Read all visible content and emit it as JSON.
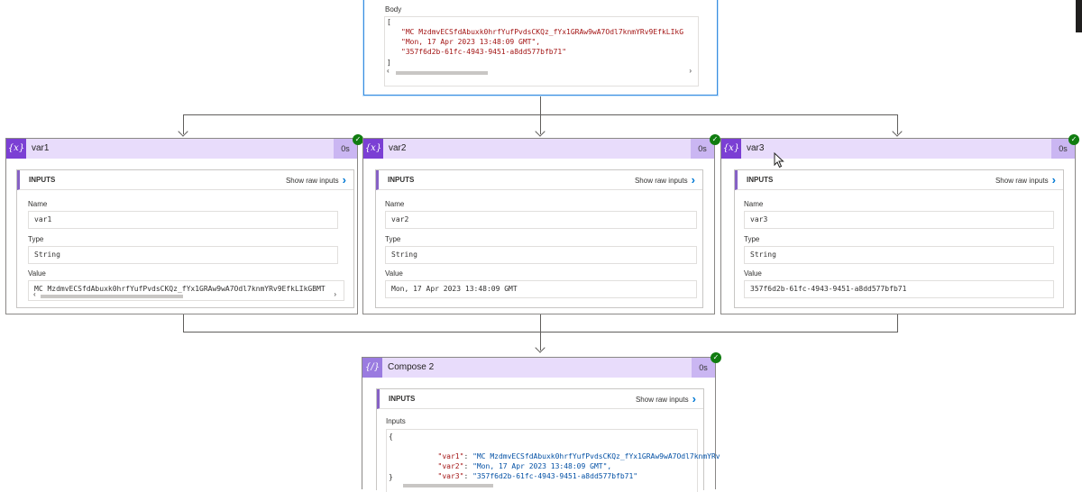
{
  "top_action": {
    "body_label": "Body",
    "body_lines": {
      "open": "[",
      "line1": "\"MC MzdmvECSfdAbuxk0hrfYufPvdsCKQz_fYx1GRAw9wA7Odl7knmYRv9EfkLIkG",
      "line2": "\"Mon, 17 Apr 2023 13:48:09 GMT\",",
      "line3": "\"357f6d2b-61fc-4943-9451-a8dd577bfb71\"",
      "close": "]"
    }
  },
  "var_cards": [
    {
      "title": "var1",
      "icon": "{x}",
      "duration": "0s",
      "inputs_label": "INPUTS",
      "show_raw": "Show raw inputs",
      "name_label": "Name",
      "name_value": "var1",
      "type_label": "Type",
      "type_value": "String",
      "value_label": "Value",
      "value_value": "MC MzdmvECSfdAbuxk0hrfYufPvdsCKQz_fYx1GRAw9wA7Odl7knmYRv9EfkLIkGBMT"
    },
    {
      "title": "var2",
      "icon": "{x}",
      "duration": "0s",
      "inputs_label": "INPUTS",
      "show_raw": "Show raw inputs",
      "name_label": "Name",
      "name_value": "var2",
      "type_label": "Type",
      "type_value": "String",
      "value_label": "Value",
      "value_value": "Mon, 17 Apr 2023 13:48:09 GMT"
    },
    {
      "title": "var3",
      "icon": "{x}",
      "duration": "0s",
      "inputs_label": "INPUTS",
      "show_raw": "Show raw inputs",
      "name_label": "Name",
      "name_value": "var3",
      "type_label": "Type",
      "type_value": "String",
      "value_label": "Value",
      "value_value": "357f6d2b-61fc-4943-9451-a8dd577bfb71"
    }
  ],
  "compose": {
    "title": "Compose 2",
    "icon": "{/}",
    "duration": "0s",
    "inputs_label": "INPUTS",
    "show_raw": "Show raw inputs",
    "field_label": "Inputs",
    "open": "{",
    "rows": [
      {
        "key": "\"var1\"",
        "value": "\"MC MzdmvECSfdAbuxk0hrfYufPvdsCKQz_fYx1GRAw9wA7Odl7knmYRv"
      },
      {
        "key": "\"var2\"",
        "value": "\"Mon, 17 Apr 2023 13:48:09 GMT\","
      },
      {
        "key": "\"var3\"",
        "value": "\"357f6d2b-61fc-4943-9451-a8dd577bfb71\""
      }
    ],
    "close": "}"
  },
  "icons": {
    "success": "checkmark-icon",
    "chevron": "chevron-right-icon"
  },
  "colors": {
    "accent": "#7b3fd4",
    "header_bg": "#e8dcfb",
    "success": "#107c10",
    "link": "#0078d4"
  }
}
